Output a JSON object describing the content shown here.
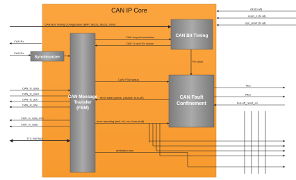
{
  "core_title": "CAN IP Core",
  "blocks": {
    "bit_timing": "CAN Bit Timing",
    "synchronizer": "Synchronizer",
    "message_transfer": [
      "CAN Message",
      "Transfer",
      "(FSM)"
    ],
    "fault_confinement": [
      "CAN Fault",
      "Confinement"
    ]
  },
  "left_signals": [
    "CAN Rx",
    "CAN Rx"
  ],
  "left_bus_group1": [
    "CAN_tx_data",
    "CAN_tx_start",
    "CAN_tx_ack",
    "CAN_tx_idle"
  ],
  "left_bus_group2": [
    "CAN_rx_data_info",
    "CAN_rx_data"
  ],
  "ttc_interface": "TTC interface",
  "top_right_inputs": [
    "clk (to all)",
    "reset_n (to all)",
    "syn_reset (to all)"
  ],
  "right_outputs": [
    "TEC",
    "REC",
    "bus-off_reset_en"
  ],
  "internal": {
    "bus_config": "CAN Bus Timing Configuration (BRP, SEG1, SEG2, SJW)",
    "resync": "CAN resynchronization",
    "tx_rx_clocks": "CAN Tx and Rx clocks",
    "rx_clock": "Rx clock",
    "fsm_status": "CAN FSM status",
    "error_state": "error state (active, passive, bus-off)",
    "error_reporting": "error reporting (ack, bit, crc, form,stuff)",
    "arbitration_lost": "arbitration lost"
  }
}
